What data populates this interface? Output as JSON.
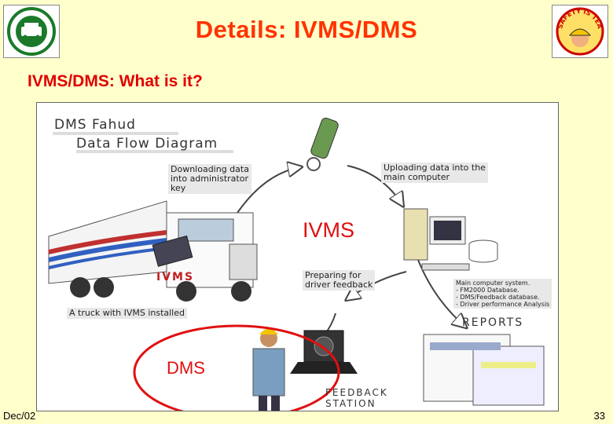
{
  "header": {
    "title": "Details: IVMS/DMS",
    "subtitle": "IVMS/DMS: What is it?",
    "right_logo_text": "SAFETY IS TEAMWORK"
  },
  "diagram": {
    "heading_line1": "DMS Fahud",
    "heading_line2": "Data Flow Diagram",
    "box_download": [
      "Downloading data",
      "into administrator",
      "key"
    ],
    "box_upload": [
      "Uploading data into the",
      "main computer"
    ],
    "truck_label": "IVMS",
    "box_preparing": [
      "Preparing for",
      "driver feedback"
    ],
    "caption_truck": "A truck with IVMS installed",
    "ivms_label": "IVMS",
    "system_notes": [
      "Main computer system.",
      "- FM2000 Database.",
      "- DMS/Feedback database.",
      "- Driver performance Analysis"
    ],
    "reports_label": "REPORTS",
    "dms_label": "DMS",
    "feedback_line1": "FEEDBACK",
    "feedback_line2": "STATION"
  },
  "footer": {
    "date": "Dec/02",
    "page": "33"
  },
  "colors": {
    "background": "#ffffcc",
    "title": "#ff3300",
    "accent_red": "#e01010"
  }
}
